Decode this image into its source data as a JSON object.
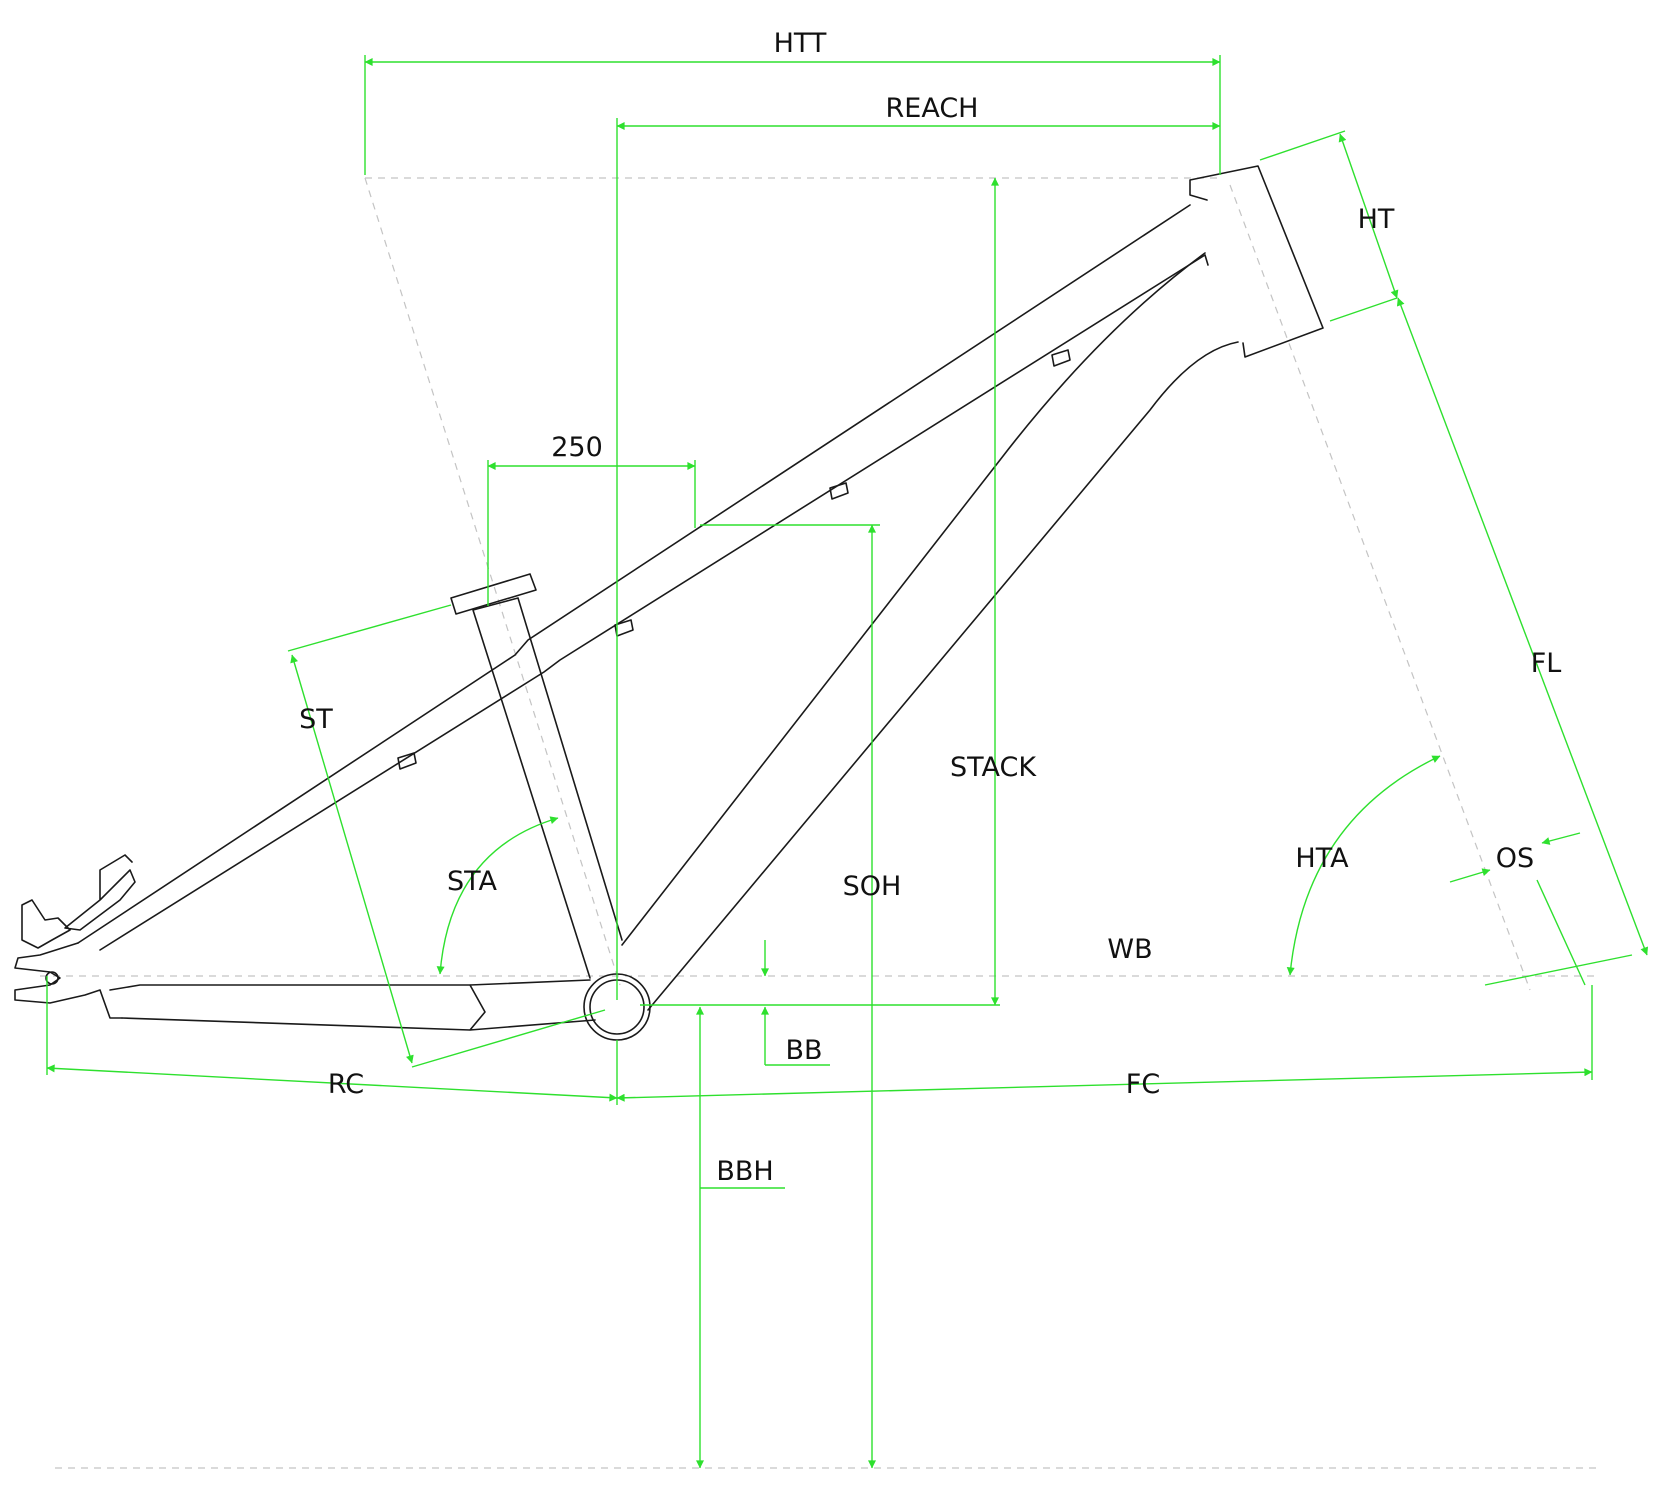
{
  "diagram": {
    "labels": {
      "htt": "HTT",
      "reach": "REACH",
      "ht": "HT",
      "fl": "FL",
      "st": "ST",
      "stack": "STACK",
      "soh": "SOH",
      "sta": "STA",
      "hta": "HTA",
      "os": "OS",
      "wb": "WB",
      "bb": "BB",
      "rc": "RC",
      "fc": "FC",
      "bbh": "BBH",
      "standover_offset": "250"
    },
    "colors": {
      "dimension": "#2ee02e",
      "frame": "#1a1a1a",
      "reference": "#c4c4c4"
    }
  }
}
